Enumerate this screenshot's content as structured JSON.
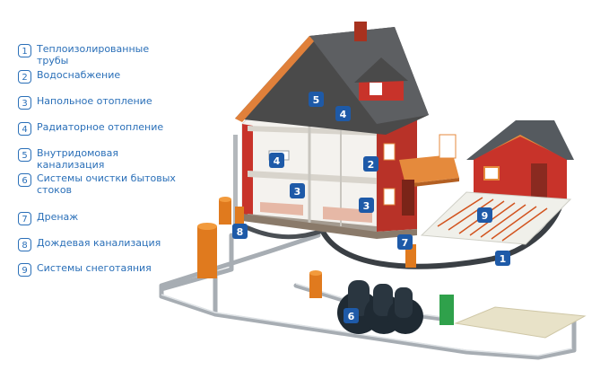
{
  "legend": {
    "items": [
      {
        "num": "1",
        "label": "Теплоизолированные трубы"
      },
      {
        "num": "2",
        "label": "Водоснабжение"
      },
      {
        "num": "3",
        "label": "Напольное отопление"
      },
      {
        "num": "4",
        "label": "Радиаторное отопление"
      },
      {
        "num": "5",
        "label": "Внутридомовая канализация"
      },
      {
        "num": "6",
        "label": "Системы очистки бытовых стоков"
      },
      {
        "num": "7",
        "label": "Дренаж"
      },
      {
        "num": "8",
        "label": "Дождевая канализация"
      },
      {
        "num": "9",
        "label": "Системы снеготаяния"
      }
    ]
  },
  "badges": {
    "b1": "1",
    "b2": "2",
    "b3a": "3",
    "b3b": "3",
    "b4a": "4",
    "b4b": "4",
    "b5": "5",
    "b6": "6",
    "b7": "7",
    "b8": "8",
    "b9": "9"
  },
  "colors": {
    "accent_blue": "#2a6fb8",
    "badge_blue": "#1e5aa8",
    "roof": "#4a4a4a",
    "wall_red": "#b83228",
    "trim": "#d8772a",
    "pipe": "#9aa0a6",
    "tank": "#1f2a33",
    "orange_well": "#e07a1e",
    "green_well": "#2fa14b"
  }
}
